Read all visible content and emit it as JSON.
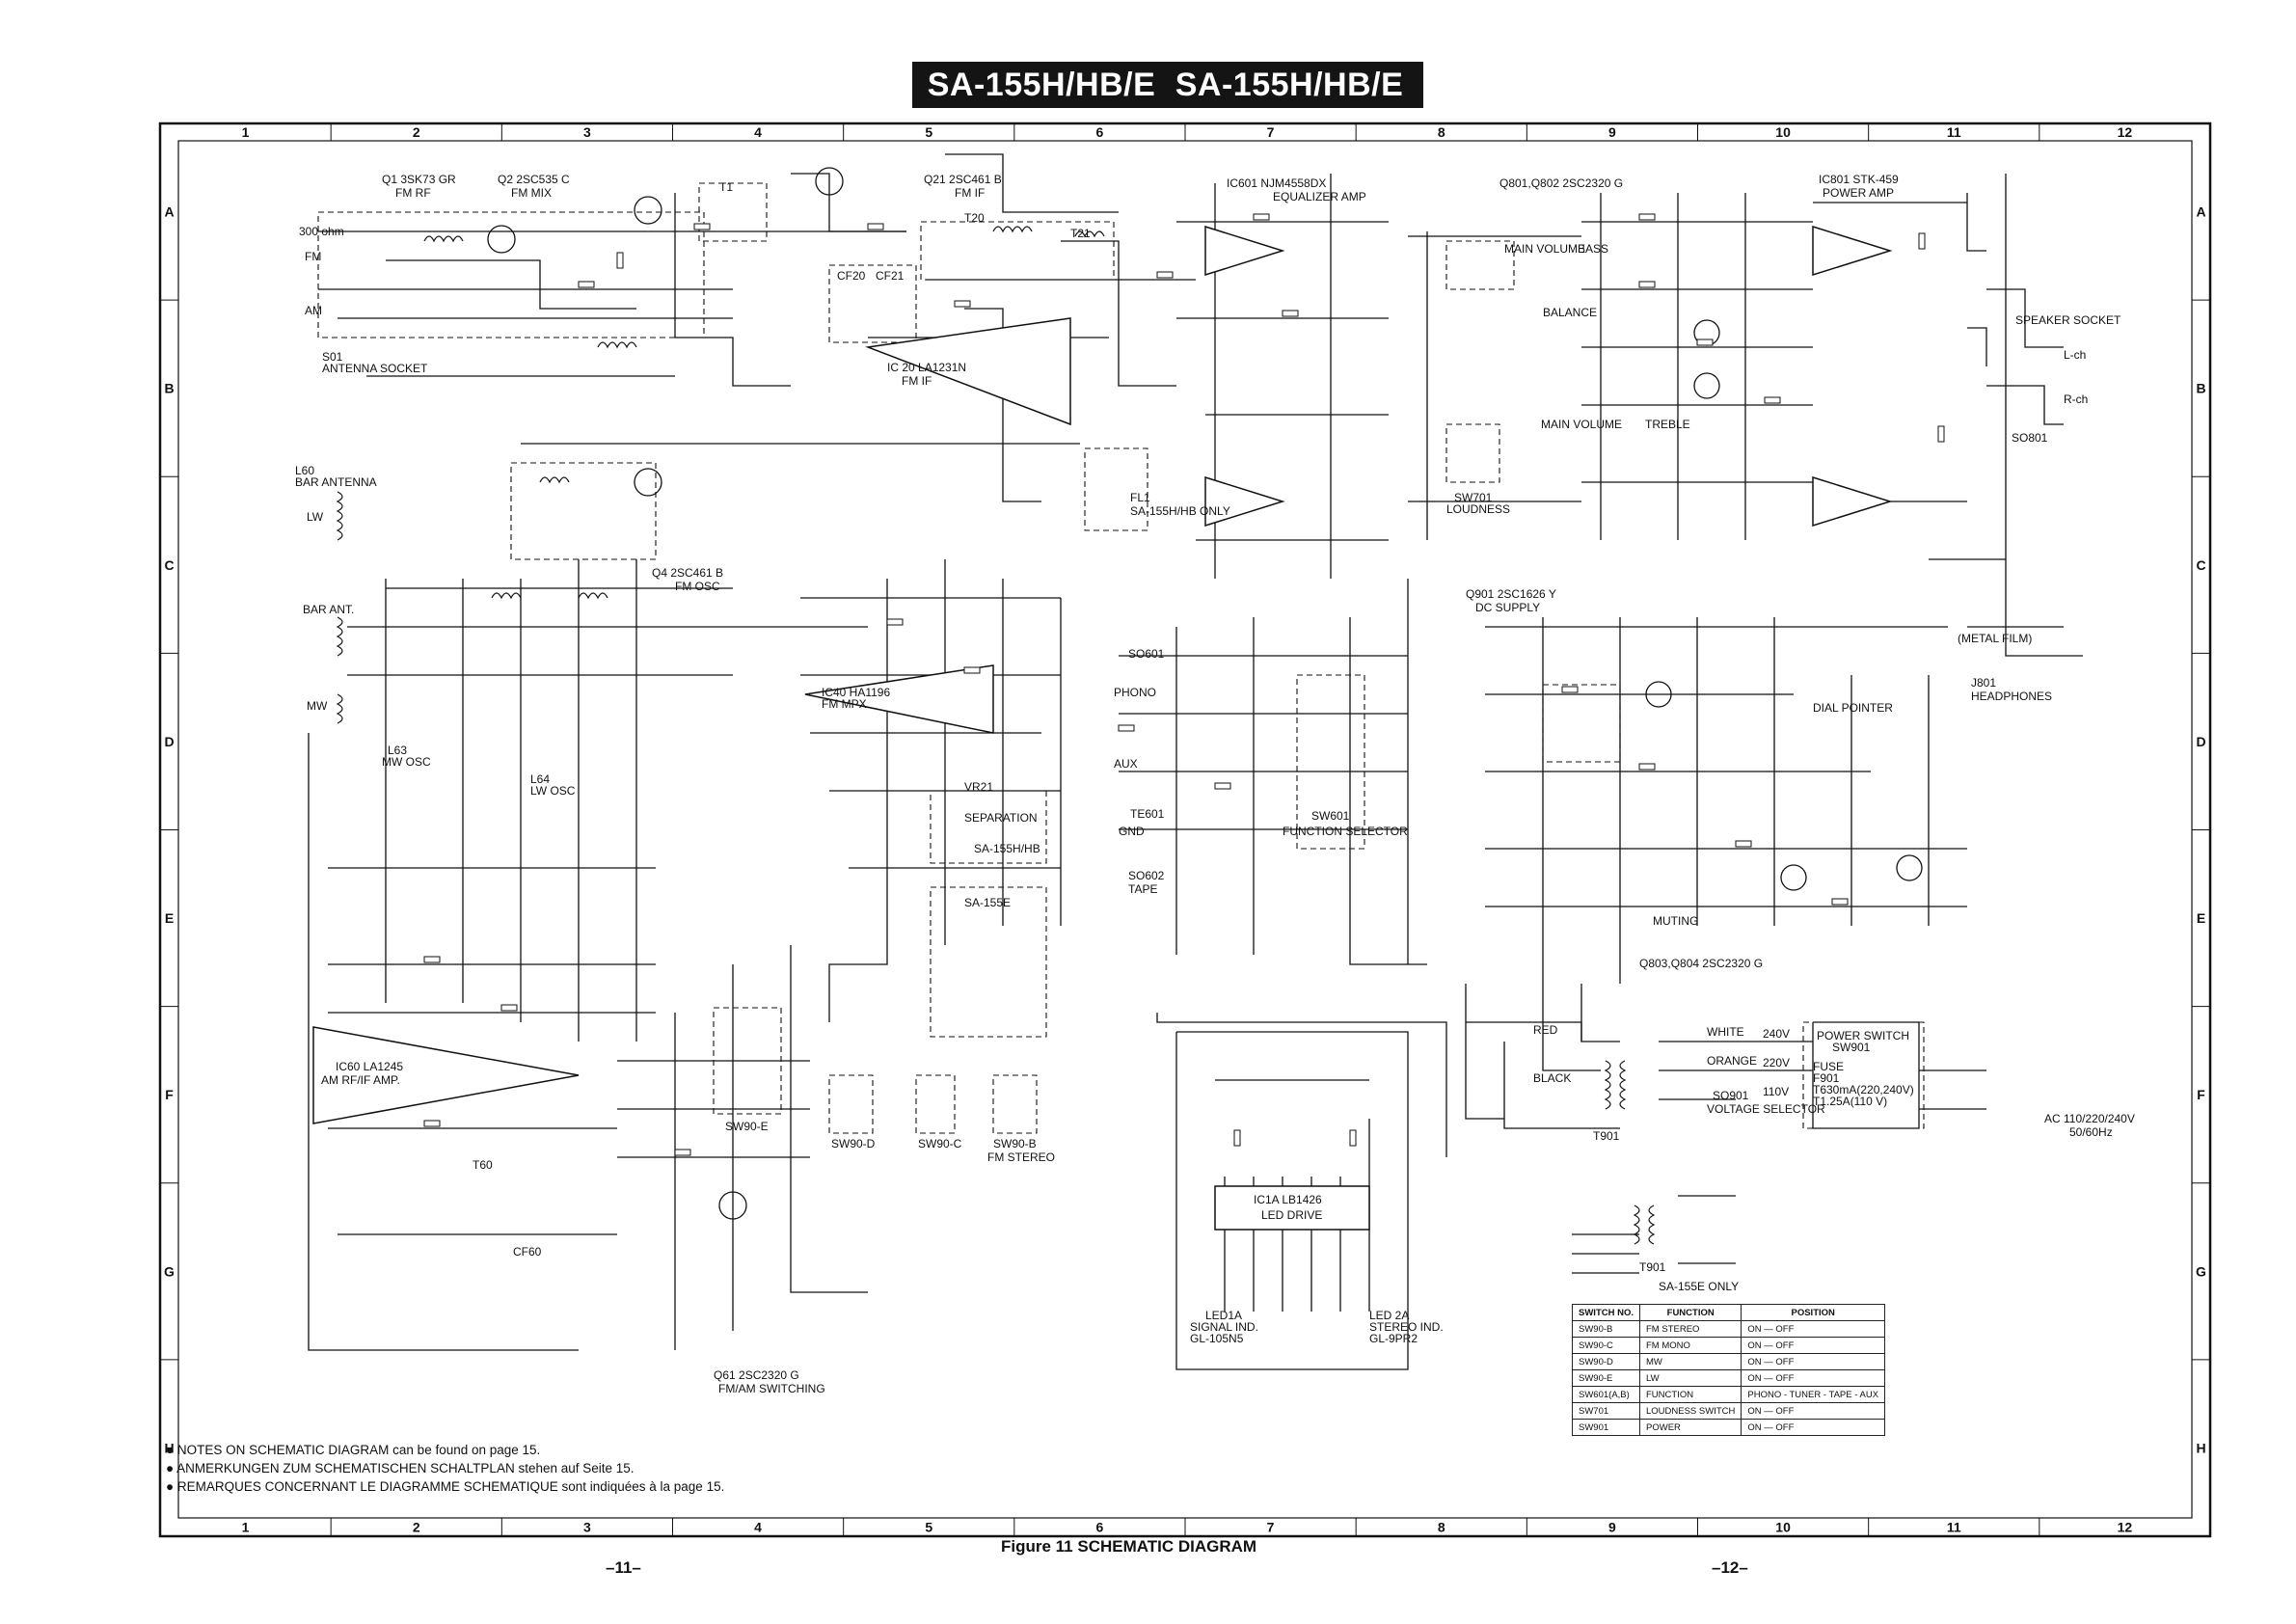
{
  "header": {
    "title_left": "SA-155H/HB/E",
    "title_right": "SA-155H/HB/E"
  },
  "grid": {
    "columns": [
      "1",
      "2",
      "3",
      "4",
      "5",
      "6",
      "7",
      "8",
      "9",
      "10",
      "11",
      "12"
    ],
    "rows": [
      "A",
      "B",
      "C",
      "D",
      "E",
      "F",
      "G",
      "H"
    ]
  },
  "blocks": {
    "q1": "Q1  3SK73 GR",
    "q1_sub": "FM RF",
    "q2": "Q2  2SC535 C",
    "q2_sub": "FM MIX",
    "q21": "Q21  2SC461 B",
    "q21_sub": "FM IF",
    "ic601": "IC601  NJM4558DX",
    "ic601_sub": "EQUALIZER AMP",
    "q801": "Q801,Q802  2SC2320 G",
    "ic801": "IC801  STK-459",
    "ic801_sub": "POWER AMP",
    "ic20": "IC 20  LA1231N",
    "ic20_sub": "FM IF",
    "ic40": "IC40  HA1196",
    "ic40_sub": "FM MPX",
    "q4": "Q4  2SC461 B",
    "q4_sub": "FM OSC",
    "q901": "Q901  2SC1626 Y",
    "q901_sub": "DC SUPPLY",
    "ic60": "IC60  LA1245",
    "ic60_sub": "AM RF/IF  AMP.",
    "ic1a": "IC1A  LB1426",
    "ic1a_sub": "LED DRIVE",
    "q61": "Q61  2SC2320 G",
    "q61_sub": "FM/AM  SWITCHING",
    "q803": "Q803,Q804  2SC2320 G",
    "sw601": "SW601",
    "sw601_sub": "FUNCTION  SELECTOR",
    "sw701": "SW701",
    "sw701_sub": "LOUDNESS",
    "t901": "T901",
    "t901e": "T901",
    "sa155e_only": "SA-155E  ONLY",
    "sa155e": "SA-155E",
    "sa155hb": "SA-155H/HB",
    "fl1": "FL1",
    "fl1_sub": "SA-155H/HB ONLY",
    "antenna": "S01",
    "antenna_sub": "ANTENNA SOCKET",
    "bar_ant": "L60",
    "bar_ant_sub": "BAR ANTENNA",
    "speaker": "SPEAKER SOCKET",
    "so801": "SO801",
    "headphones": "HEADPHONES",
    "j801": "J801",
    "so601": "SO601",
    "phono": "PHONO",
    "aux": "AUX",
    "so602": "SO602",
    "tape": "TAPE",
    "te601": "TE601",
    "gnd": "GND",
    "main_volume": "MAIN VOLUME",
    "balance": "BALANCE",
    "bass": "BASS",
    "treble": "TREBLE",
    "main_volume_b": "MAIN VOLUME",
    "loudness": "LOUDNESS",
    "muting": "MUTING",
    "power_switch": "POWER SWITCH",
    "sw901": "SW901",
    "voltage_selector": "VOLTAGE SELECTOR",
    "so901": "SO901",
    "ac_input": "AC 110/220/240V",
    "ac_freq": "50/60Hz",
    "fuse": "FUSE",
    "fuse_name": "F901",
    "fuse_rating_a": "T630mA(220,240V)",
    "fuse_rating_b": "T1.25A(110 V)",
    "led1a": "LED1A",
    "led1a_sub": "SIGNAL IND.",
    "led1a_part": "GL-105N5",
    "led2a": "LED 2A",
    "led2a_sub": "STEREO IND.",
    "led2a_part": "GL-9PR2",
    "dial_pointer": "DIAL POINTER",
    "white": "WHITE",
    "orange": "ORANGE",
    "red": "RED",
    "black": "BLACK",
    "v240": "240V",
    "v220": "220V",
    "v110": "110V",
    "l_ch": "L-ch",
    "r_ch": "R-ch",
    "fm": "FM",
    "am": "AM",
    "lw": "LW",
    "mw": "MW",
    "bar_ant_lbl": "BAR ANT.",
    "sw90e": "SW90-E",
    "sw90d": "SW90-D",
    "sw90c": "SW90-C",
    "sw90b": "SW90-B",
    "fm_stereo": "FM STEREO",
    "separation": "SEPARATION",
    "vr21": "VR21",
    "l63": "L63",
    "mw_osc": "MW OSC",
    "l64": "L64",
    "lw_osc": "LW OSC",
    "cf20": "CF20",
    "cf21": "CF21",
    "cf60": "CF60",
    "t1": "T1",
    "t20": "T20",
    "t21": "T21",
    "t60": "T60",
    "ohm300": "300 ohm",
    "metal_film": "(METAL FILM)"
  },
  "switch_table": {
    "headers": [
      "SWITCH NO.",
      "FUNCTION",
      "POSITION"
    ],
    "rows": [
      [
        "SW90-B",
        "FM  STEREO",
        "ON  —  OFF"
      ],
      [
        "SW90-C",
        "FM  MONO",
        "ON  —  OFF"
      ],
      [
        "SW90-D",
        "MW",
        "ON  —  OFF"
      ],
      [
        "SW90-E",
        "LW",
        "ON  —  OFF"
      ],
      [
        "SW601(A,B)",
        "FUNCTION",
        "PHONO - TUNER - TAPE - AUX"
      ],
      [
        "SW701",
        "LOUDNESS SWITCH",
        "ON  —  OFF"
      ],
      [
        "SW901",
        "POWER",
        "ON  —  OFF"
      ]
    ]
  },
  "notes": [
    "● NOTES ON SCHEMATIC DIAGRAM can be found on page 15.",
    "● ANMERKUNGEN ZUM SCHEMATISCHEN SCHALTPLAN stehen auf Seite 15.",
    "● REMARQUES CONCERNANT LE DIAGRAMME SCHEMATIQUE sont indiquées à la page 15."
  ],
  "footer": {
    "caption": "Figure 11  SCHEMATIC  DIAGRAM",
    "page_left": "–11–",
    "page_right": "–12–"
  }
}
